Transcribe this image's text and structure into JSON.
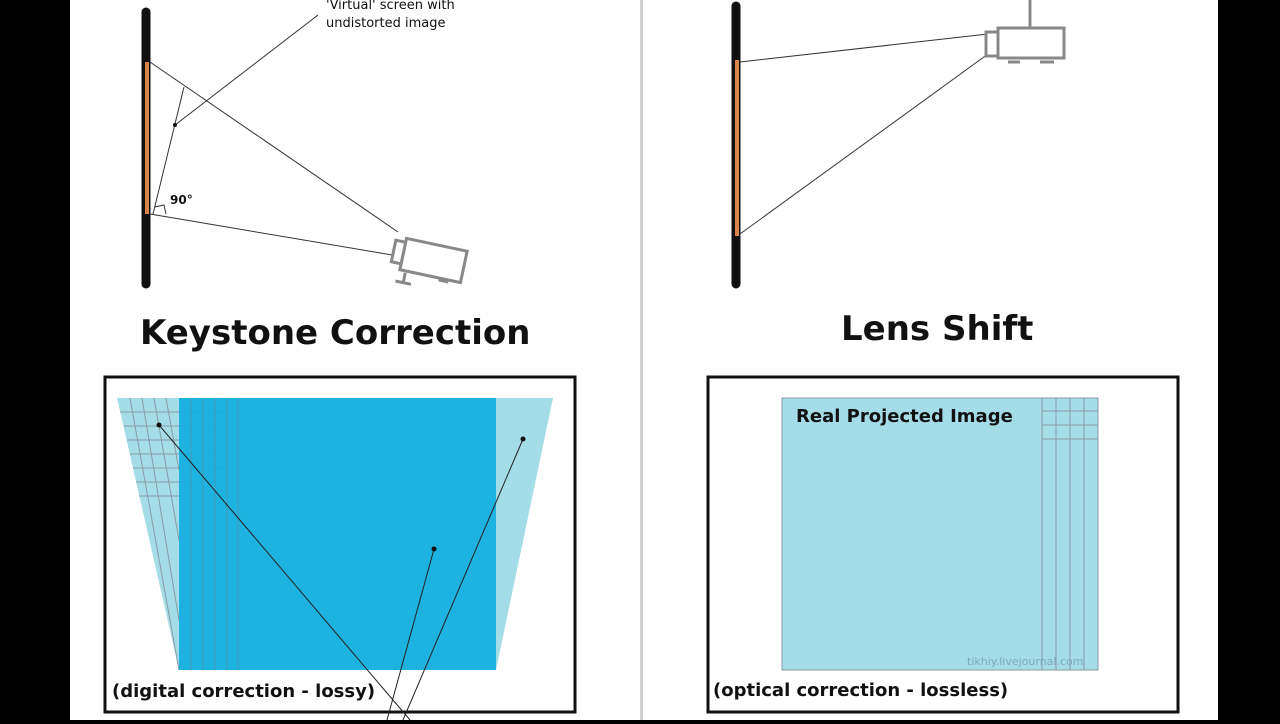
{
  "keystone": {
    "title": "Keystone Correction",
    "virtual_label_line1": "'Virtual' screen with",
    "virtual_label_line2": "undistorted image",
    "angle_label": "90°",
    "caption": "(digital correction - lossy)"
  },
  "lens_shift": {
    "title": "Lens Shift",
    "image_label": "Real Projected Image",
    "caption": "(optical correction - lossless)",
    "watermark": "tikhiy.livejournal.com"
  },
  "colors": {
    "background": "#000000",
    "panel": "#ffffff",
    "wall": "#111111",
    "screen": "#d9854a",
    "projector": "#888888",
    "image_bright": "#12aee0",
    "image_light": "#a4dde8",
    "grid_line": "#8a9aa6"
  }
}
